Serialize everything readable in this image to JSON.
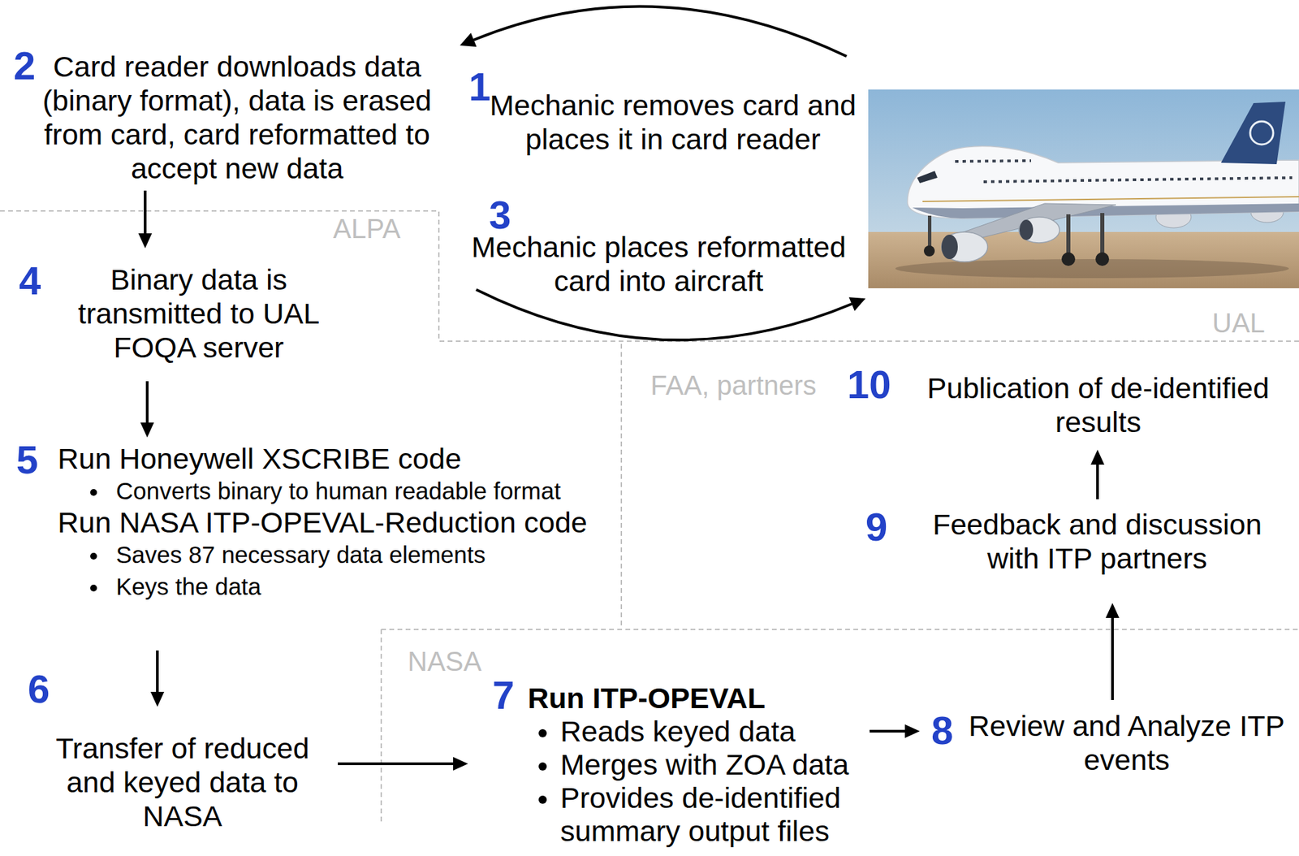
{
  "diagram": {
    "nodes": [
      {
        "text": [
          "1",
          "Mechanic removes card and places it in card reader"
        ]
      },
      {
        "text": [
          "2",
          "Card reader downloads data (binary format), data is erased from card, card reformatted to accept new data"
        ]
      },
      {
        "text": [
          "3",
          "Mechanic places reformatted card into aircraft"
        ]
      },
      {
        "text": [
          "4",
          "Binary data is transmitted to UAL FOQA server"
        ]
      },
      {
        "text": [
          "5",
          "Run Honeywell XSCRIBE code",
          "Converts binary to human readable format",
          "Run NASA ITP-OPEVAL-Reduction code",
          "Saves 87 necessary data elements",
          "Keys the data"
        ]
      },
      {
        "text": [
          "6",
          "Transfer of reduced and keyed data to NASA"
        ]
      },
      {
        "text": [
          "7",
          "Run ITP-OPEVAL",
          "Reads keyed data",
          "Merges with ZOA data",
          "Provides de-identified summary output files"
        ]
      },
      {
        "text": [
          "8",
          "Review and Analyze ITP events"
        ]
      },
      {
        "text": [
          "9",
          "Feedback and discussion with ITP partners"
        ]
      },
      {
        "text": [
          "10",
          "Publication of de-identified results"
        ]
      }
    ],
    "edges": [
      {
        "from": 1,
        "to": 3,
        "arrow": "to"
      },
      {
        "from": 3,
        "to": 4,
        "arrow": "to"
      },
      {
        "from": 4,
        "to": 5,
        "arrow": "to"
      },
      {
        "from": 5,
        "to": 6,
        "arrow": "to"
      },
      {
        "from": 6,
        "to": 7,
        "arrow": "to"
      },
      {
        "from": 7,
        "to": 8,
        "arrow": "to"
      },
      {
        "from": 8,
        "to": 9,
        "arrow": "to"
      }
    ],
    "labels": [
      "ALPA",
      "UAL",
      "FAA, partners",
      "NASA"
    ]
  }
}
